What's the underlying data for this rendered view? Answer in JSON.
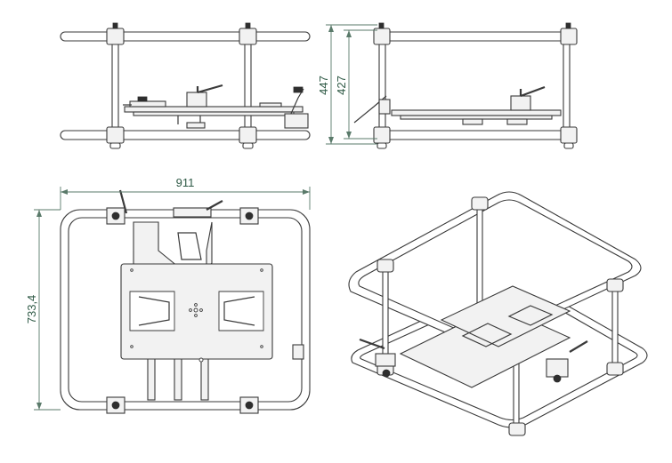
{
  "dimensions": {
    "width_total": "911",
    "height_outer": "447",
    "height_inner": "427",
    "depth_total": "733,4"
  },
  "colors": {
    "line": "#3a3a3a",
    "dimension": "#2f5a46",
    "background": "#ffffff"
  }
}
